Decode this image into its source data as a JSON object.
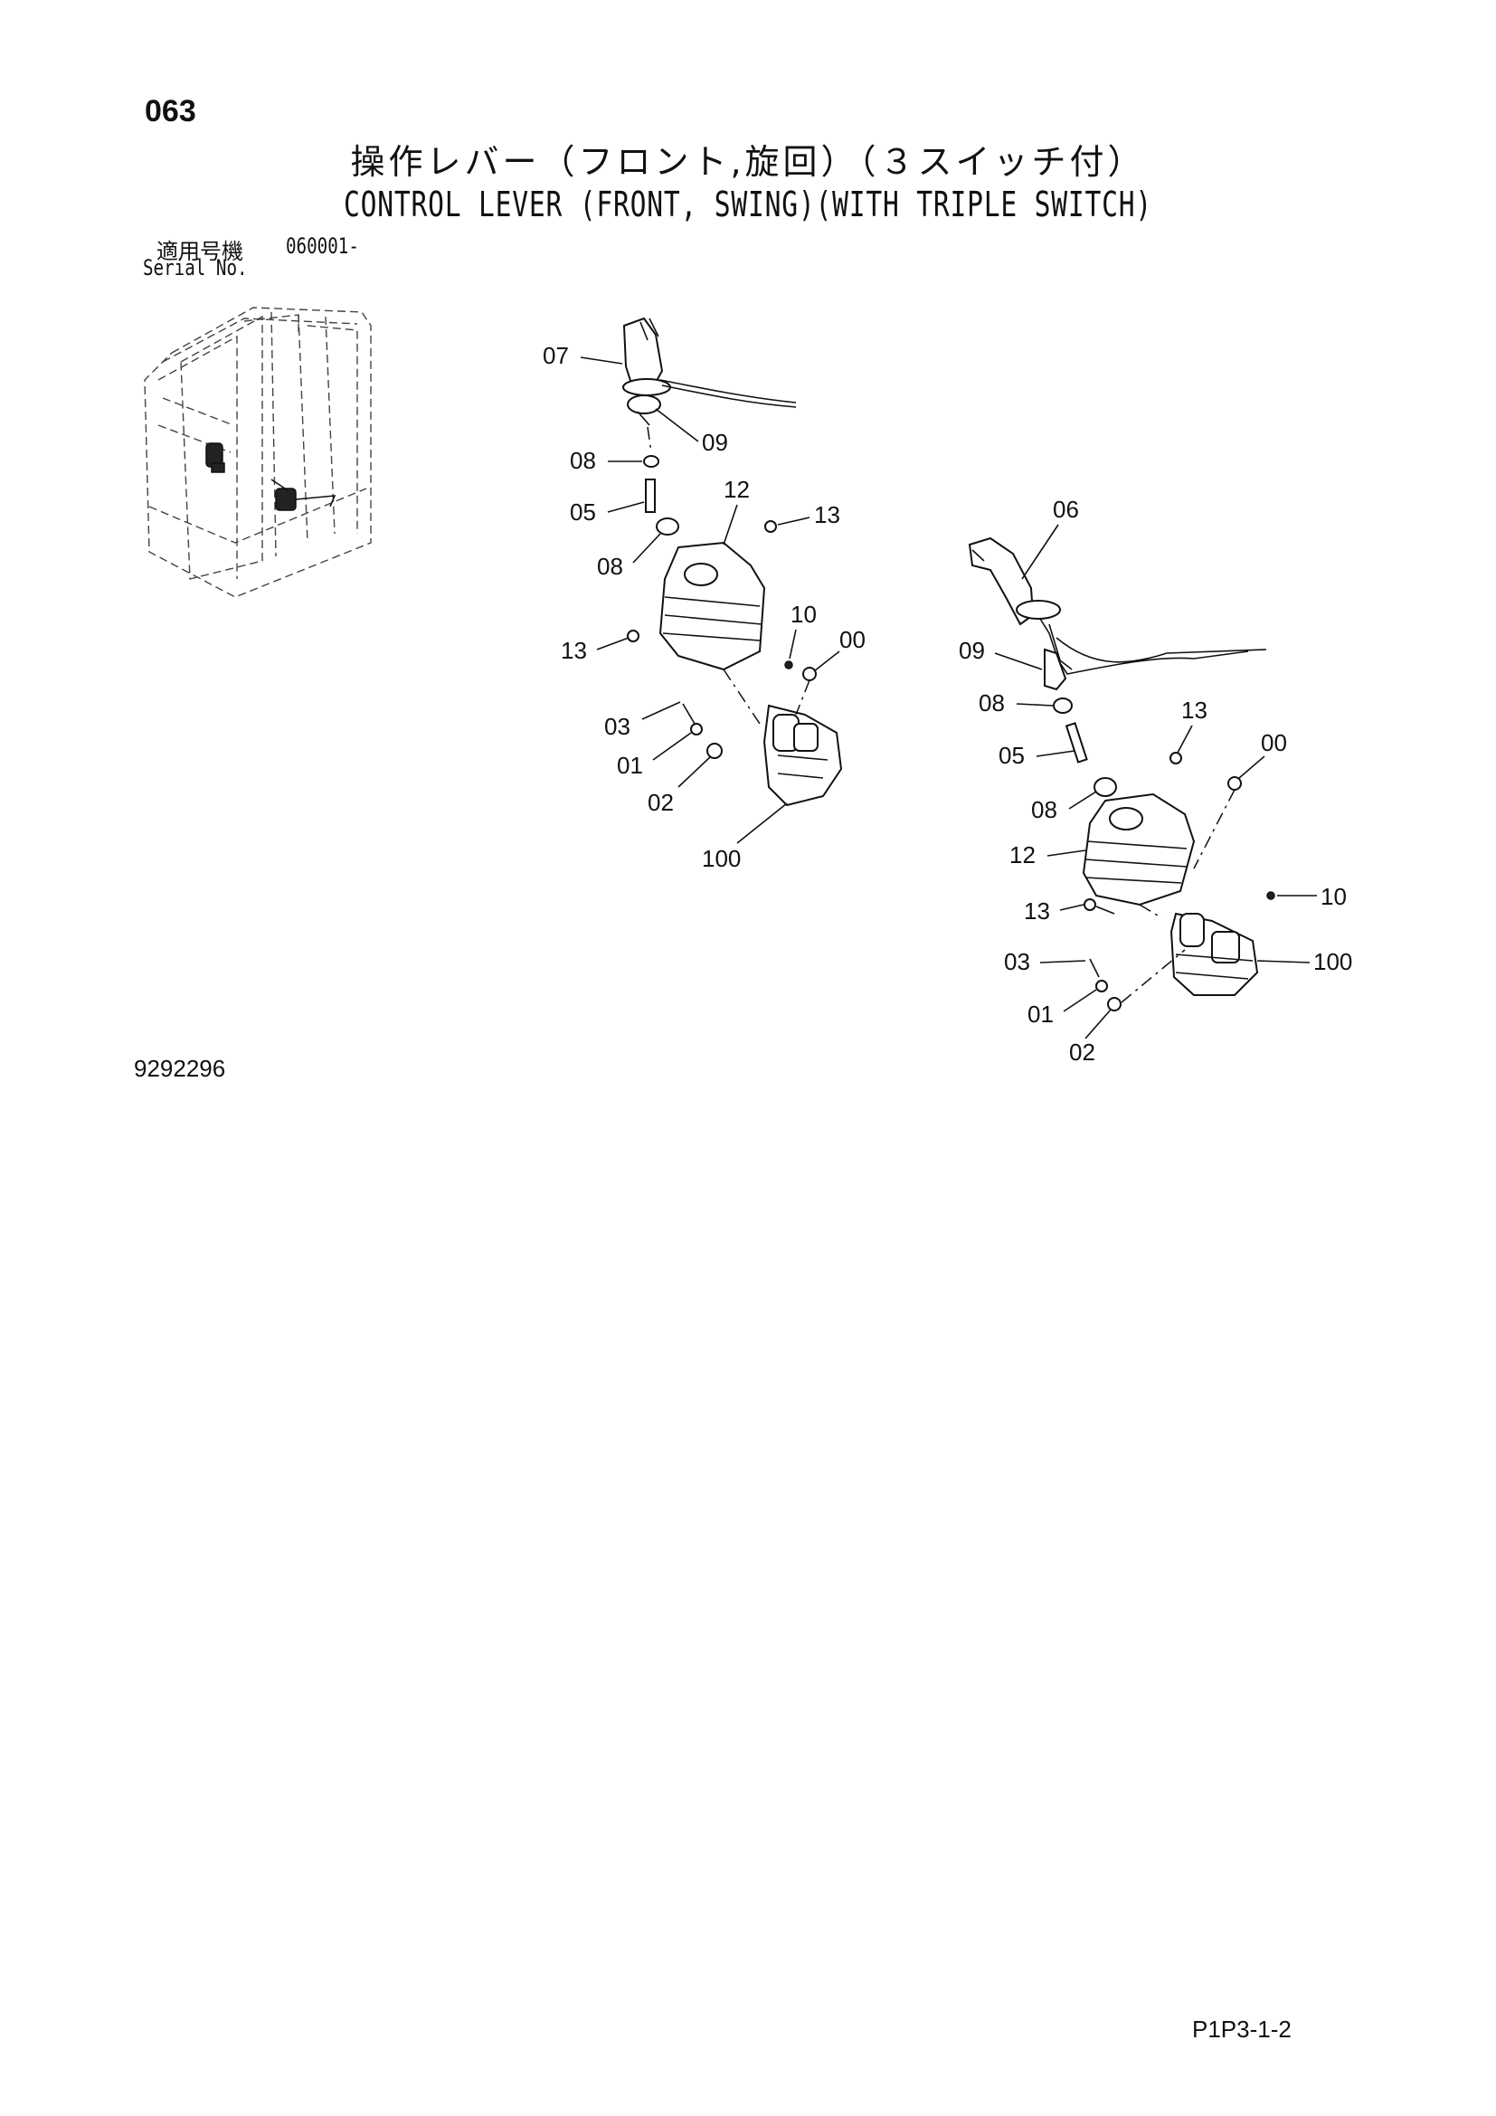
{
  "header": {
    "page_number": "063",
    "title_jp": "操作レバー（フロント,旋回）（３スイッチ付）",
    "title_en": "CONTROL LEVER (FRONT, SWING)(WITH TRIPLE SWITCH)"
  },
  "serial": {
    "label_jp": "適用号機",
    "label_en": "Serial No.",
    "value": "060001-"
  },
  "diagram": {
    "left_assembly": {
      "callouts": [
        "07",
        "09",
        "08",
        "05",
        "12",
        "13",
        "08",
        "13",
        "10",
        "00",
        "03",
        "01",
        "02",
        "100"
      ]
    },
    "right_assembly": {
      "callouts": [
        "06",
        "09",
        "08",
        "05",
        "13",
        "00",
        "08",
        "12",
        "13",
        "10",
        "03",
        "100",
        "01",
        "02"
      ]
    }
  },
  "footer": {
    "figure_number": "9292296",
    "page_code": "P1P3-1-2"
  }
}
